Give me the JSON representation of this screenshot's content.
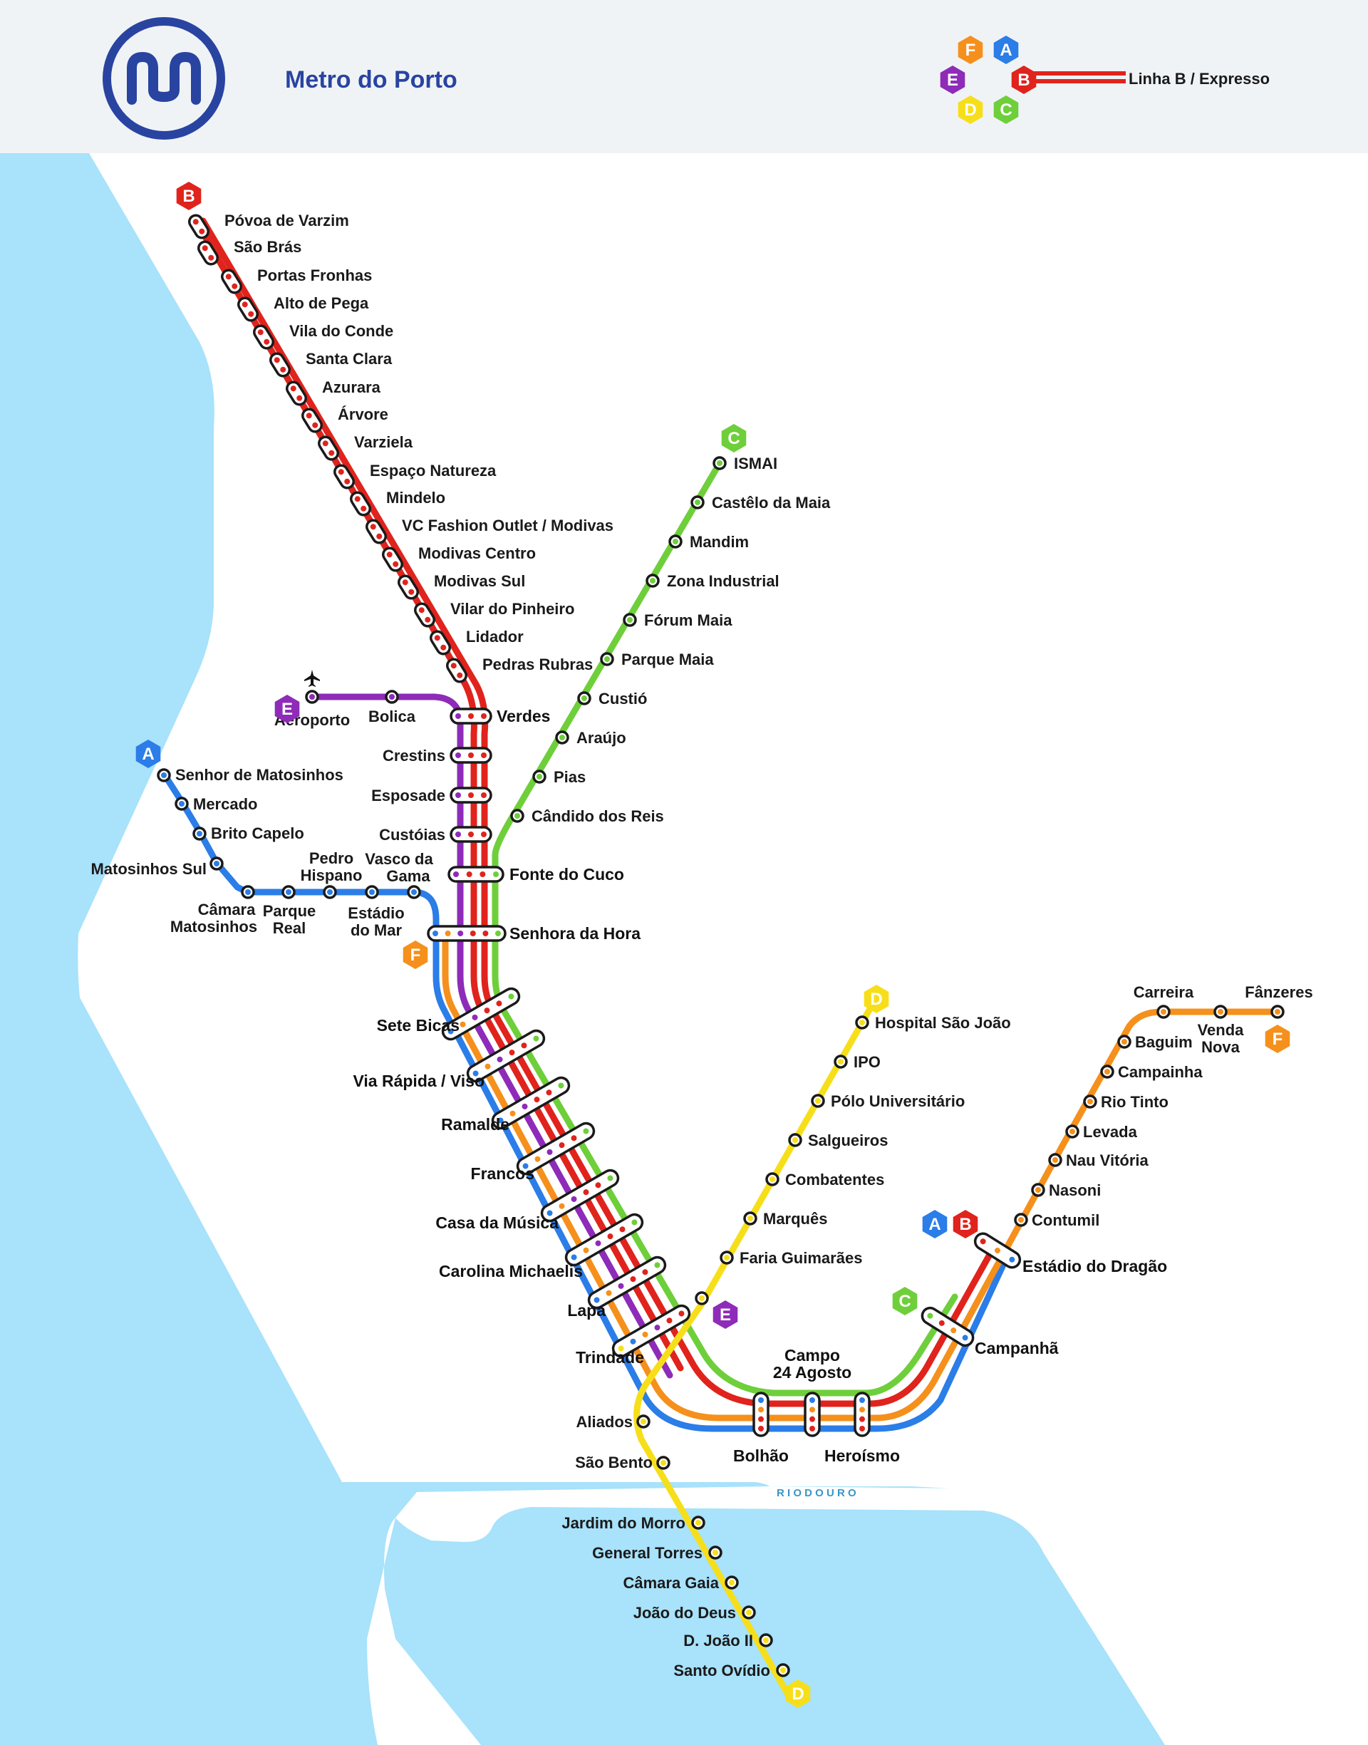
{
  "header": {
    "title": "Metro do Porto",
    "logo_icon": "metro-m-logo-icon",
    "legend_label": "Linha B / Expresso"
  },
  "colors": {
    "A": "#2b7de8",
    "B": "#e0231c",
    "C": "#6ecf3a",
    "D": "#f6df1a",
    "E": "#8e2bb8",
    "F": "#f5901c",
    "water": "#a8e2fb",
    "header_bg": "#f0f3f6",
    "brand": "#2944a0"
  },
  "lines": [
    "A",
    "B",
    "C",
    "D",
    "E",
    "F"
  ],
  "river_label": "R I O     D O U R O",
  "stations": {
    "povoa": "Póvoa de Varzim",
    "sao_bras": "São Brás",
    "portas_fronhas": "Portas Fronhas",
    "alto_pega": "Alto de Pega",
    "vila_conde": "Vila do Conde",
    "santa_clara": "Santa Clara",
    "azurara": "Azurara",
    "arvore": "Árvore",
    "varziela": "Varziela",
    "espaco_natureza": "Espaço Natureza",
    "mindelo": "Mindelo",
    "vc_fashion": "VC Fashion Outlet / Modivas",
    "modivas_centro": "Modivas Centro",
    "modivas_sul": "Modivas Sul",
    "vilar_pinheiro": "Vilar do Pinheiro",
    "lidador": "Lidador",
    "pedras_rubras": "Pedras Rubras",
    "aeroporto": "Aeroporto",
    "bolica": "Bolica",
    "verdes": "Verdes",
    "crestins": "Crestins",
    "esposade": "Esposade",
    "custoias": "Custóias",
    "fonte_cuco": "Fonte do Cuco",
    "senhora_hora": "Senhora da Hora",
    "ismai": "ISMAI",
    "castelo_maia": "Castêlo da Maia",
    "mandim": "Mandim",
    "zona_industrial": "Zona Industrial",
    "forum_maia": "Fórum Maia",
    "parque_maia": "Parque Maia",
    "custio": "Custió",
    "araujo": "Araújo",
    "pias": "Pias",
    "candido_reis": "Cândido dos Reis",
    "senhor_matosinhos": "Senhor de Matosinhos",
    "mercado": "Mercado",
    "brito_capelo": "Brito Capelo",
    "matosinhos_sul": "Matosinhos Sul",
    "camara_matosinhos_1": "Câmara",
    "camara_matosinhos_2": "Matosinhos",
    "parque_real_1": "Parque",
    "parque_real_2": "Real",
    "pedro_hispano_1": "Pedro",
    "pedro_hispano_2": "Hispano",
    "estadio_mar_1": "Estádio",
    "estadio_mar_2": "do Mar",
    "vasco_gama_1": "Vasco da",
    "vasco_gama_2": "Gama",
    "sete_bicas": "Sete Bicas",
    "via_rapida": "Via Rápida / Viso",
    "ramalde": "Ramalde",
    "francos": "Francos",
    "casa_musica": "Casa da Música",
    "carolina": "Carolina Michaelis",
    "lapa": "Lapa",
    "trindade": "Trindade",
    "hospital_sj": "Hospital São João",
    "ipo": "IPO",
    "polo_univ": "Pólo Universitário",
    "salgueiros": "Salgueiros",
    "combatentes": "Combatentes",
    "marques": "Marquês",
    "faria_guimaraes": "Faria Guimarães",
    "aliados": "Aliados",
    "sao_bento": "São Bento",
    "jardim_morro": "Jardim do Morro",
    "general_torres": "General Torres",
    "camara_gaia": "Câmara Gaia",
    "joao_deus": "João do Deus",
    "d_joao": "D. João II",
    "santo_ovidio": "Santo Ovídio",
    "bolhao": "Bolhão",
    "campo_1": "Campo",
    "campo_2": "24 Agosto",
    "heroismo": "Heroísmo",
    "campanha": "Campanhã",
    "estadio_dragao": "Estádio do Dragão",
    "contumil": "Contumil",
    "nasoni": "Nasoni",
    "nau_vitoria": "Nau Vitória",
    "levada": "Levada",
    "rio_tinto": "Rio Tinto",
    "campainha": "Campainha",
    "baguim": "Baguim",
    "carreira": "Carreira",
    "venda_nova_1": "Venda",
    "venda_nova_2": "Nova",
    "fanzeres": "Fânzeres"
  }
}
